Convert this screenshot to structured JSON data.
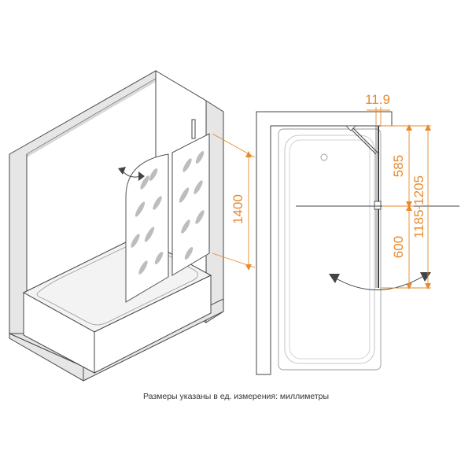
{
  "caption": "Размеры указаны в ед. измерения: миллиметры",
  "dimensions": {
    "height": "1400",
    "post_width": "11.9",
    "fixed_panel": "585",
    "swing_panel": "600",
    "total_width": "1185-1205"
  },
  "colors": {
    "dimension": "#e8892c",
    "line": "#444444",
    "wall_fill": "#e6e6e6"
  }
}
